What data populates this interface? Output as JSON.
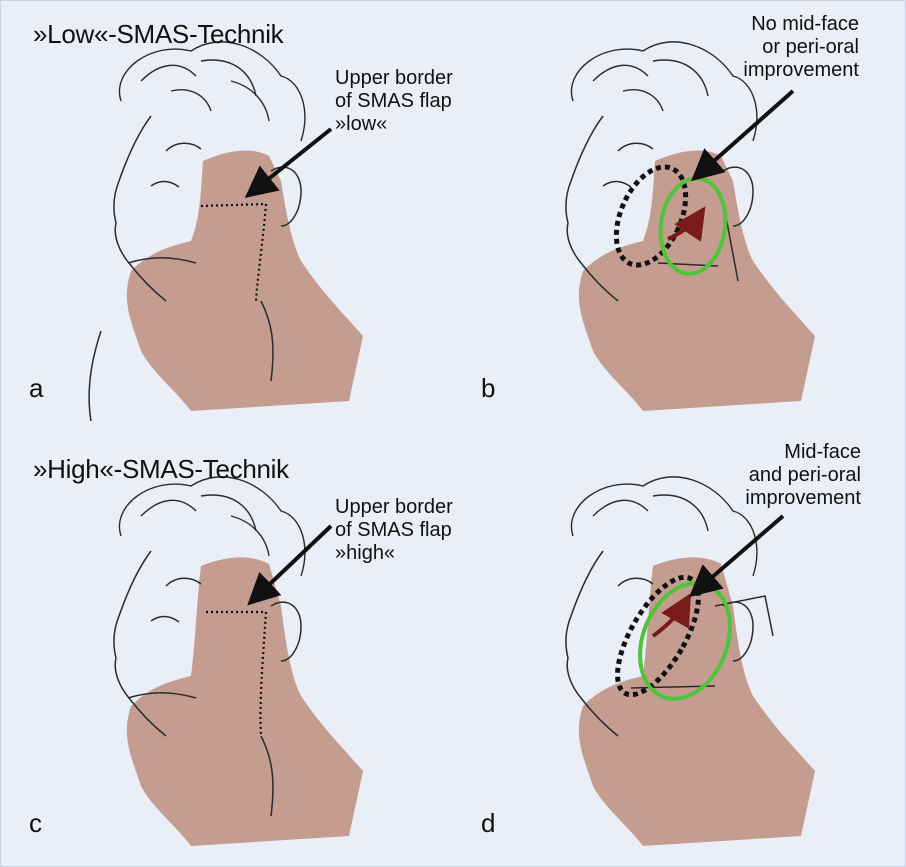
{
  "panels": {
    "a": {
      "letter": "a",
      "title": "»Low«-SMAS-Technik",
      "note_lines": [
        "Upper border",
        "of SMAS flap",
        "»low«"
      ]
    },
    "b": {
      "letter": "b",
      "note_lines": [
        "No mid-face",
        "or peri-oral",
        "improvement"
      ]
    },
    "c": {
      "letter": "c",
      "title": "»High«-SMAS-Technik",
      "note_lines": [
        "Upper border",
        "of SMAS flap",
        "»high«"
      ]
    },
    "d": {
      "letter": "d",
      "note_lines": [
        "Mid-face",
        "and peri-oral",
        "improvement"
      ]
    }
  },
  "colors": {
    "background": "#e9eef7",
    "skin_flap": "#c49d90",
    "outline": "#2b2b2b",
    "ellipse_green": "#4fc33a",
    "arrow_red": "#7a1a1a"
  }
}
